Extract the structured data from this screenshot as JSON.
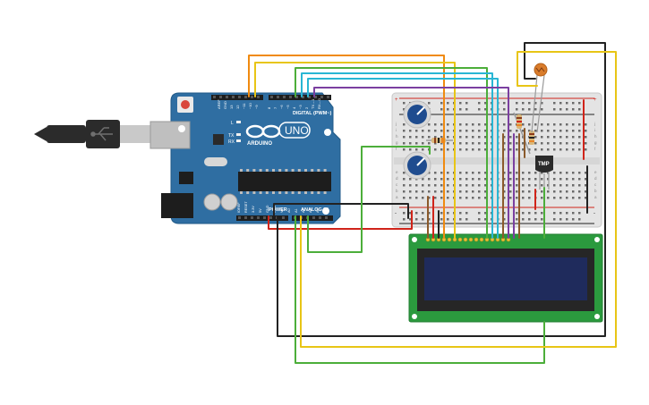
{
  "arduino": {
    "brand": "ARDUINO",
    "model": "UNO",
    "digital_header": "DIGITAL (PWM~)",
    "power_header": "POWER",
    "analog_header": "ANALOG IN",
    "led_labels": [
      "L",
      "TX",
      "RX"
    ],
    "top_pins": [
      "AREF",
      "GND",
      "13",
      "12",
      "~11",
      "~10",
      "~9",
      "8",
      "7",
      "~6",
      "~5",
      "4",
      "~3",
      "2",
      "TX→1",
      "RX←0"
    ],
    "bottom_pins": [
      "IOREF",
      "RESET",
      "3.3V",
      "5V",
      "GND",
      "GND",
      "Vin",
      "A0",
      "A1",
      "A2",
      "A3",
      "A4",
      "A5"
    ]
  },
  "sensor": {
    "label": "TMP"
  },
  "breadboard": {
    "row_letters_top": [
      "j",
      "i",
      "h",
      "g",
      "f"
    ],
    "row_letters_bottom": [
      "e",
      "d",
      "c",
      "b",
      "a"
    ],
    "rail_plus": "+",
    "rail_minus": "-"
  },
  "colors": {
    "board": "#2f6ea2",
    "breadboard": "#e4e4e4",
    "lcd_pcb": "#2b9a3e",
    "lcd_screen": "#1f2b5c",
    "wire_orange": "#f08a10",
    "wire_yellow": "#e8c516",
    "wire_green": "#4cae3a",
    "wire_cyan": "#29b6d4",
    "wire_purple": "#7b3fa0",
    "wire_red": "#d0241a",
    "wire_black": "#222222",
    "wire_brown": "#8b5a2b"
  }
}
